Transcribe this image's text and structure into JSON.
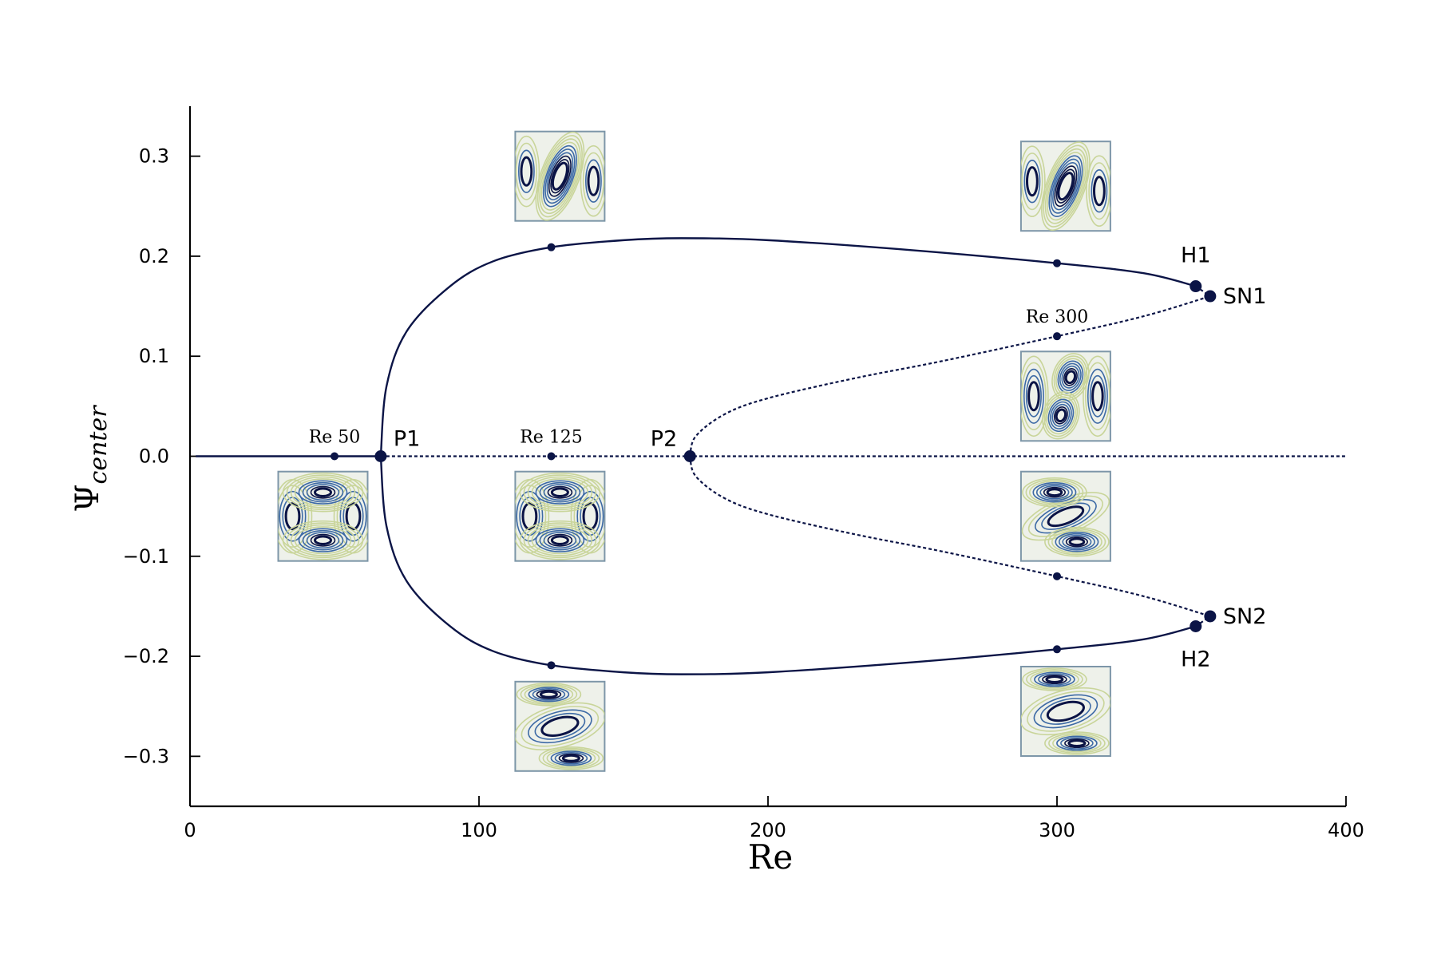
{
  "chart_data": {
    "type": "line",
    "title": "",
    "xlabel": "Re",
    "ylabel": "Ψ",
    "ylabel_subscript": "center",
    "xlim": [
      0,
      400
    ],
    "ylim": [
      -0.35,
      0.35
    ],
    "xticks": [
      0,
      100,
      200,
      300,
      400
    ],
    "xtick_labels": [
      "0",
      "100",
      "200",
      "300",
      "400"
    ],
    "yticks": [
      -0.3,
      -0.2,
      -0.1,
      0.0,
      0.1,
      0.2,
      0.3
    ],
    "ytick_labels": [
      "−0.3",
      "−0.2",
      "−0.1",
      "0.0",
      "0.1",
      "0.2",
      "0.3"
    ],
    "grid": false,
    "colors": {
      "line": "#0b1446",
      "contour_dark": "#0b1446",
      "contour_mid": "#3d6aa5",
      "contour_light": "#c9d59a"
    },
    "series": [
      {
        "style": "solid",
        "x": [
          2,
          66
        ],
        "y": [
          0,
          0
        ]
      },
      {
        "style": "dotted",
        "x": [
          66,
          400
        ],
        "y": [
          0,
          0
        ]
      },
      {
        "style": "solid",
        "x": [
          66,
          68,
          75,
          90,
          105,
          125,
          150,
          170,
          200,
          250,
          300,
          330,
          348
        ],
        "y": [
          0,
          0.07,
          0.125,
          0.17,
          0.195,
          0.209,
          0.216,
          0.218,
          0.216,
          0.206,
          0.193,
          0.183,
          0.17
        ]
      },
      {
        "style": "solid",
        "x": [
          66,
          68,
          75,
          90,
          105,
          125,
          150,
          170,
          200,
          250,
          300,
          330,
          348
        ],
        "y": [
          0,
          -0.07,
          -0.125,
          -0.17,
          -0.195,
          -0.209,
          -0.216,
          -0.218,
          -0.216,
          -0.206,
          -0.193,
          -0.183,
          -0.17
        ]
      },
      {
        "style": "dotted",
        "x": [
          348,
          353
        ],
        "y": [
          0.17,
          0.16
        ]
      },
      {
        "style": "dotted",
        "x": [
          348,
          353
        ],
        "y": [
          -0.17,
          -0.16
        ]
      },
      {
        "style": "dotted",
        "x": [
          173,
          175,
          185,
          200,
          230,
          260,
          300,
          330,
          353
        ],
        "y": [
          0,
          0.02,
          0.042,
          0.058,
          0.078,
          0.095,
          0.12,
          0.14,
          0.16
        ]
      },
      {
        "style": "dotted",
        "x": [
          173,
          175,
          185,
          200,
          230,
          260,
          300,
          330,
          353
        ],
        "y": [
          0,
          -0.02,
          -0.042,
          -0.058,
          -0.078,
          -0.095,
          -0.12,
          -0.14,
          -0.16
        ]
      }
    ],
    "markers": [
      {
        "x": 50,
        "y": 0.0
      },
      {
        "x": 125,
        "y": 0.0
      },
      {
        "x": 125,
        "y": 0.209
      },
      {
        "x": 125,
        "y": -0.209
      },
      {
        "x": 300,
        "y": 0.193
      },
      {
        "x": 300,
        "y": 0.12
      },
      {
        "x": 300,
        "y": -0.12
      },
      {
        "x": 300,
        "y": -0.193
      }
    ],
    "special_points": [
      {
        "label": "P1",
        "x": 66,
        "y": 0.0
      },
      {
        "label": "P2",
        "x": 173,
        "y": 0.0
      },
      {
        "label": "H1",
        "x": 348,
        "y": 0.17
      },
      {
        "label": "SN1",
        "x": 353,
        "y": 0.16
      },
      {
        "label": "H2",
        "x": 348,
        "y": -0.17
      },
      {
        "label": "SN2",
        "x": 353,
        "y": -0.16
      }
    ],
    "annotations": [
      {
        "text": "Re 50",
        "x": 50,
        "y": 0.0
      },
      {
        "text": "Re 125",
        "x": 125,
        "y": 0.0
      },
      {
        "text": "Re 300",
        "x": 300,
        "y": 0.12
      }
    ],
    "insets": [
      {
        "pattern": "two-vortex-vertical",
        "x": 46,
        "y": -0.06
      },
      {
        "pattern": "two-vortex-vertical",
        "x": 128,
        "y": -0.06
      },
      {
        "pattern": "single-tilted-right",
        "x": 128,
        "y": 0.28
      },
      {
        "pattern": "single-tilted-left",
        "x": 128,
        "y": -0.27
      },
      {
        "pattern": "single-tilted-right",
        "x": 303,
        "y": 0.27
      },
      {
        "pattern": "two-vortex-hourglass",
        "x": 303,
        "y": 0.06
      },
      {
        "pattern": "tilted-left-two",
        "x": 303,
        "y": -0.06
      },
      {
        "pattern": "single-tilted-left",
        "x": 303,
        "y": -0.255
      }
    ]
  }
}
